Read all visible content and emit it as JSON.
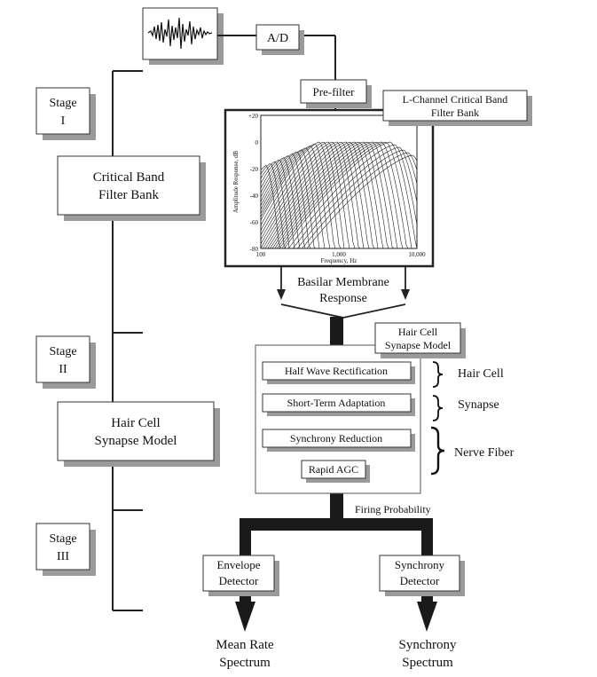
{
  "stages": {
    "stage1": {
      "line1": "Stage",
      "line2": "I"
    },
    "stage2": {
      "line1": "Stage",
      "line2": "II"
    },
    "stage3": {
      "line1": "Stage",
      "line2": "III"
    }
  },
  "left_blocks": {
    "critical_band": {
      "line1": "Critical Band",
      "line2": "Filter Bank"
    },
    "hair_cell": {
      "line1": "Hair Cell",
      "line2": "Synapse Model"
    }
  },
  "top": {
    "ad": "A/D",
    "prefilter": "Pre-filter",
    "lchannel": {
      "line1": "L-Channel Critical Band",
      "line2": "Filter Bank"
    }
  },
  "filter_plot": {
    "ylabel": "Amplitude Response, dB",
    "xlabel": "Frequency, Hz",
    "yticks": [
      "+20",
      "0",
      "-20",
      "-40",
      "-60",
      "-80"
    ],
    "xticks": [
      "100",
      "1,000",
      "10,000"
    ]
  },
  "basilar": {
    "line1": "Basilar Membrane",
    "line2": "Response"
  },
  "synapse_model": {
    "title": {
      "line1": "Hair Cell",
      "line2": "Synapse Model"
    },
    "steps": [
      "Half Wave Rectification",
      "Short-Term Adaptation",
      "Synchrony Reduction",
      "Rapid AGC"
    ],
    "brackets": [
      "Hair Cell",
      "Synapse",
      "Nerve Fiber"
    ]
  },
  "firing": "Firing Probability",
  "detectors": {
    "envelope": {
      "line1": "Envelope",
      "line2": "Detector"
    },
    "synchrony": {
      "line1": "Synchrony",
      "line2": "Detector"
    }
  },
  "outputs": {
    "mean_rate": {
      "line1": "Mean Rate",
      "line2": "Spectrum"
    },
    "synchrony": {
      "line1": "Synchrony",
      "line2": "Spectrum"
    }
  }
}
